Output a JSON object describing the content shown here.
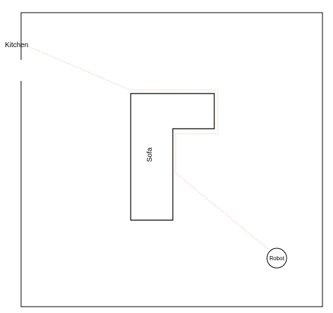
{
  "labels": {
    "kitchen": "Kitchen",
    "sofa": "Sofa",
    "robot": "Robot"
  },
  "colors": {
    "outline": "#000000",
    "path": "#f4a582",
    "background": "#ffffff"
  }
}
